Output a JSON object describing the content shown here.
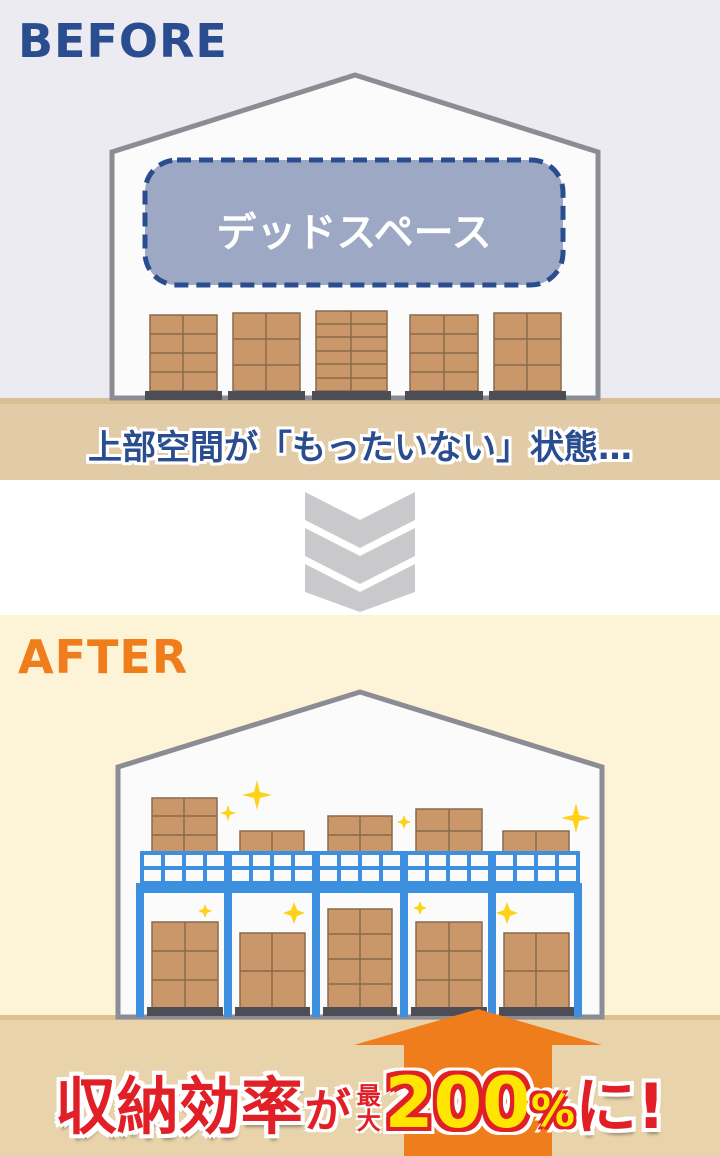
{
  "before": {
    "heading": "BEFORE",
    "dead_space_label": "デッドスペース",
    "caption": "上部空間が「もったいない」状態…"
  },
  "after": {
    "heading": "AFTER",
    "caption": {
      "part1": "収納効率",
      "part2": "が",
      "small_top": "最",
      "small_bottom": "大",
      "number": "200",
      "percent": "%",
      "suffix": "に!"
    }
  },
  "colors": {
    "before_blue": "#2a4d8f",
    "after_orange": "#f07d1b",
    "rack_blue": "#3d8fe0",
    "box_brown": "#c9976a",
    "caption_red": "#e01f26",
    "caption_yellow": "#ffe600"
  }
}
